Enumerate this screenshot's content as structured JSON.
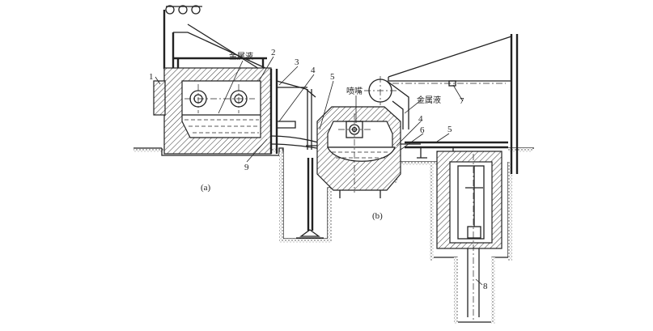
{
  "figure": {
    "part_a": {
      "caption": "(a)",
      "liquid_label": "金属液",
      "callouts": [
        "1",
        "2",
        "3",
        "4",
        "5",
        "9"
      ]
    },
    "part_b": {
      "caption": "(b)",
      "nozzle_label": "喷嘴",
      "liquid_label": "金属液",
      "callouts": [
        "4",
        "6",
        "5",
        "7",
        "8"
      ]
    }
  }
}
